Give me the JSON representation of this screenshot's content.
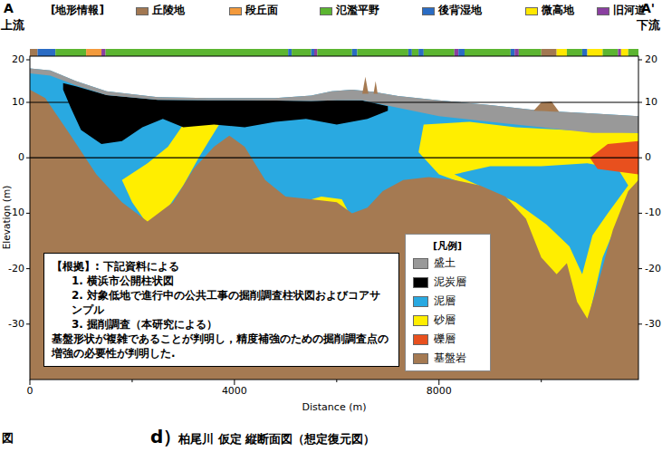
{
  "diagram": {
    "caption": "柏尾川 仮定 縦断面図（想定復元図）",
    "nodes": [
      {
        "text": [
          "【根拠】: 下記資料による",
          "1. 横浜市公開柱状図",
          "2. 対象低地で進行中の公共工事の掘削調査柱状図およびコアサンプル",
          "3. 掘削調査（本研究による）",
          "基盤形状が複雑であることが判明し，精度補強のための掘削調査点の増強の必要性が判明した."
        ]
      }
    ],
    "labels": [
      "A",
      "上流",
      "[地形情報]",
      "A'",
      "下流",
      "20",
      "10",
      "0",
      "-10",
      "-20",
      "-30",
      "20",
      "10",
      "0",
      "-10",
      "-20",
      "-30",
      "Elevation (m)",
      "0",
      "4000",
      "8000",
      "Distance (m)",
      "[凡例]",
      "図",
      "d）"
    ],
    "legend": [
      {
        "text": "丘陵地",
        "color": "#a27852"
      },
      {
        "text": "段丘面",
        "color": "#f39a3c"
      },
      {
        "text": "氾濫平野",
        "color": "#5cb531"
      },
      {
        "text": "後背湿地",
        "color": "#2a6cc4"
      },
      {
        "text": "微高地",
        "color": "#ffe800"
      },
      {
        "text": "旧河道",
        "color": "#8a3fa0"
      },
      {
        "text": "盛土",
        "color": "#999999"
      },
      {
        "text": "泥炭層",
        "color": "#000000"
      },
      {
        "text": "泥層",
        "color": "#29a9e1"
      },
      {
        "text": "砂層",
        "color": "#ffee00"
      },
      {
        "text": "礫層",
        "color": "#e8501e"
      },
      {
        "text": "基盤岩",
        "color": "#a57a52"
      }
    ]
  }
}
